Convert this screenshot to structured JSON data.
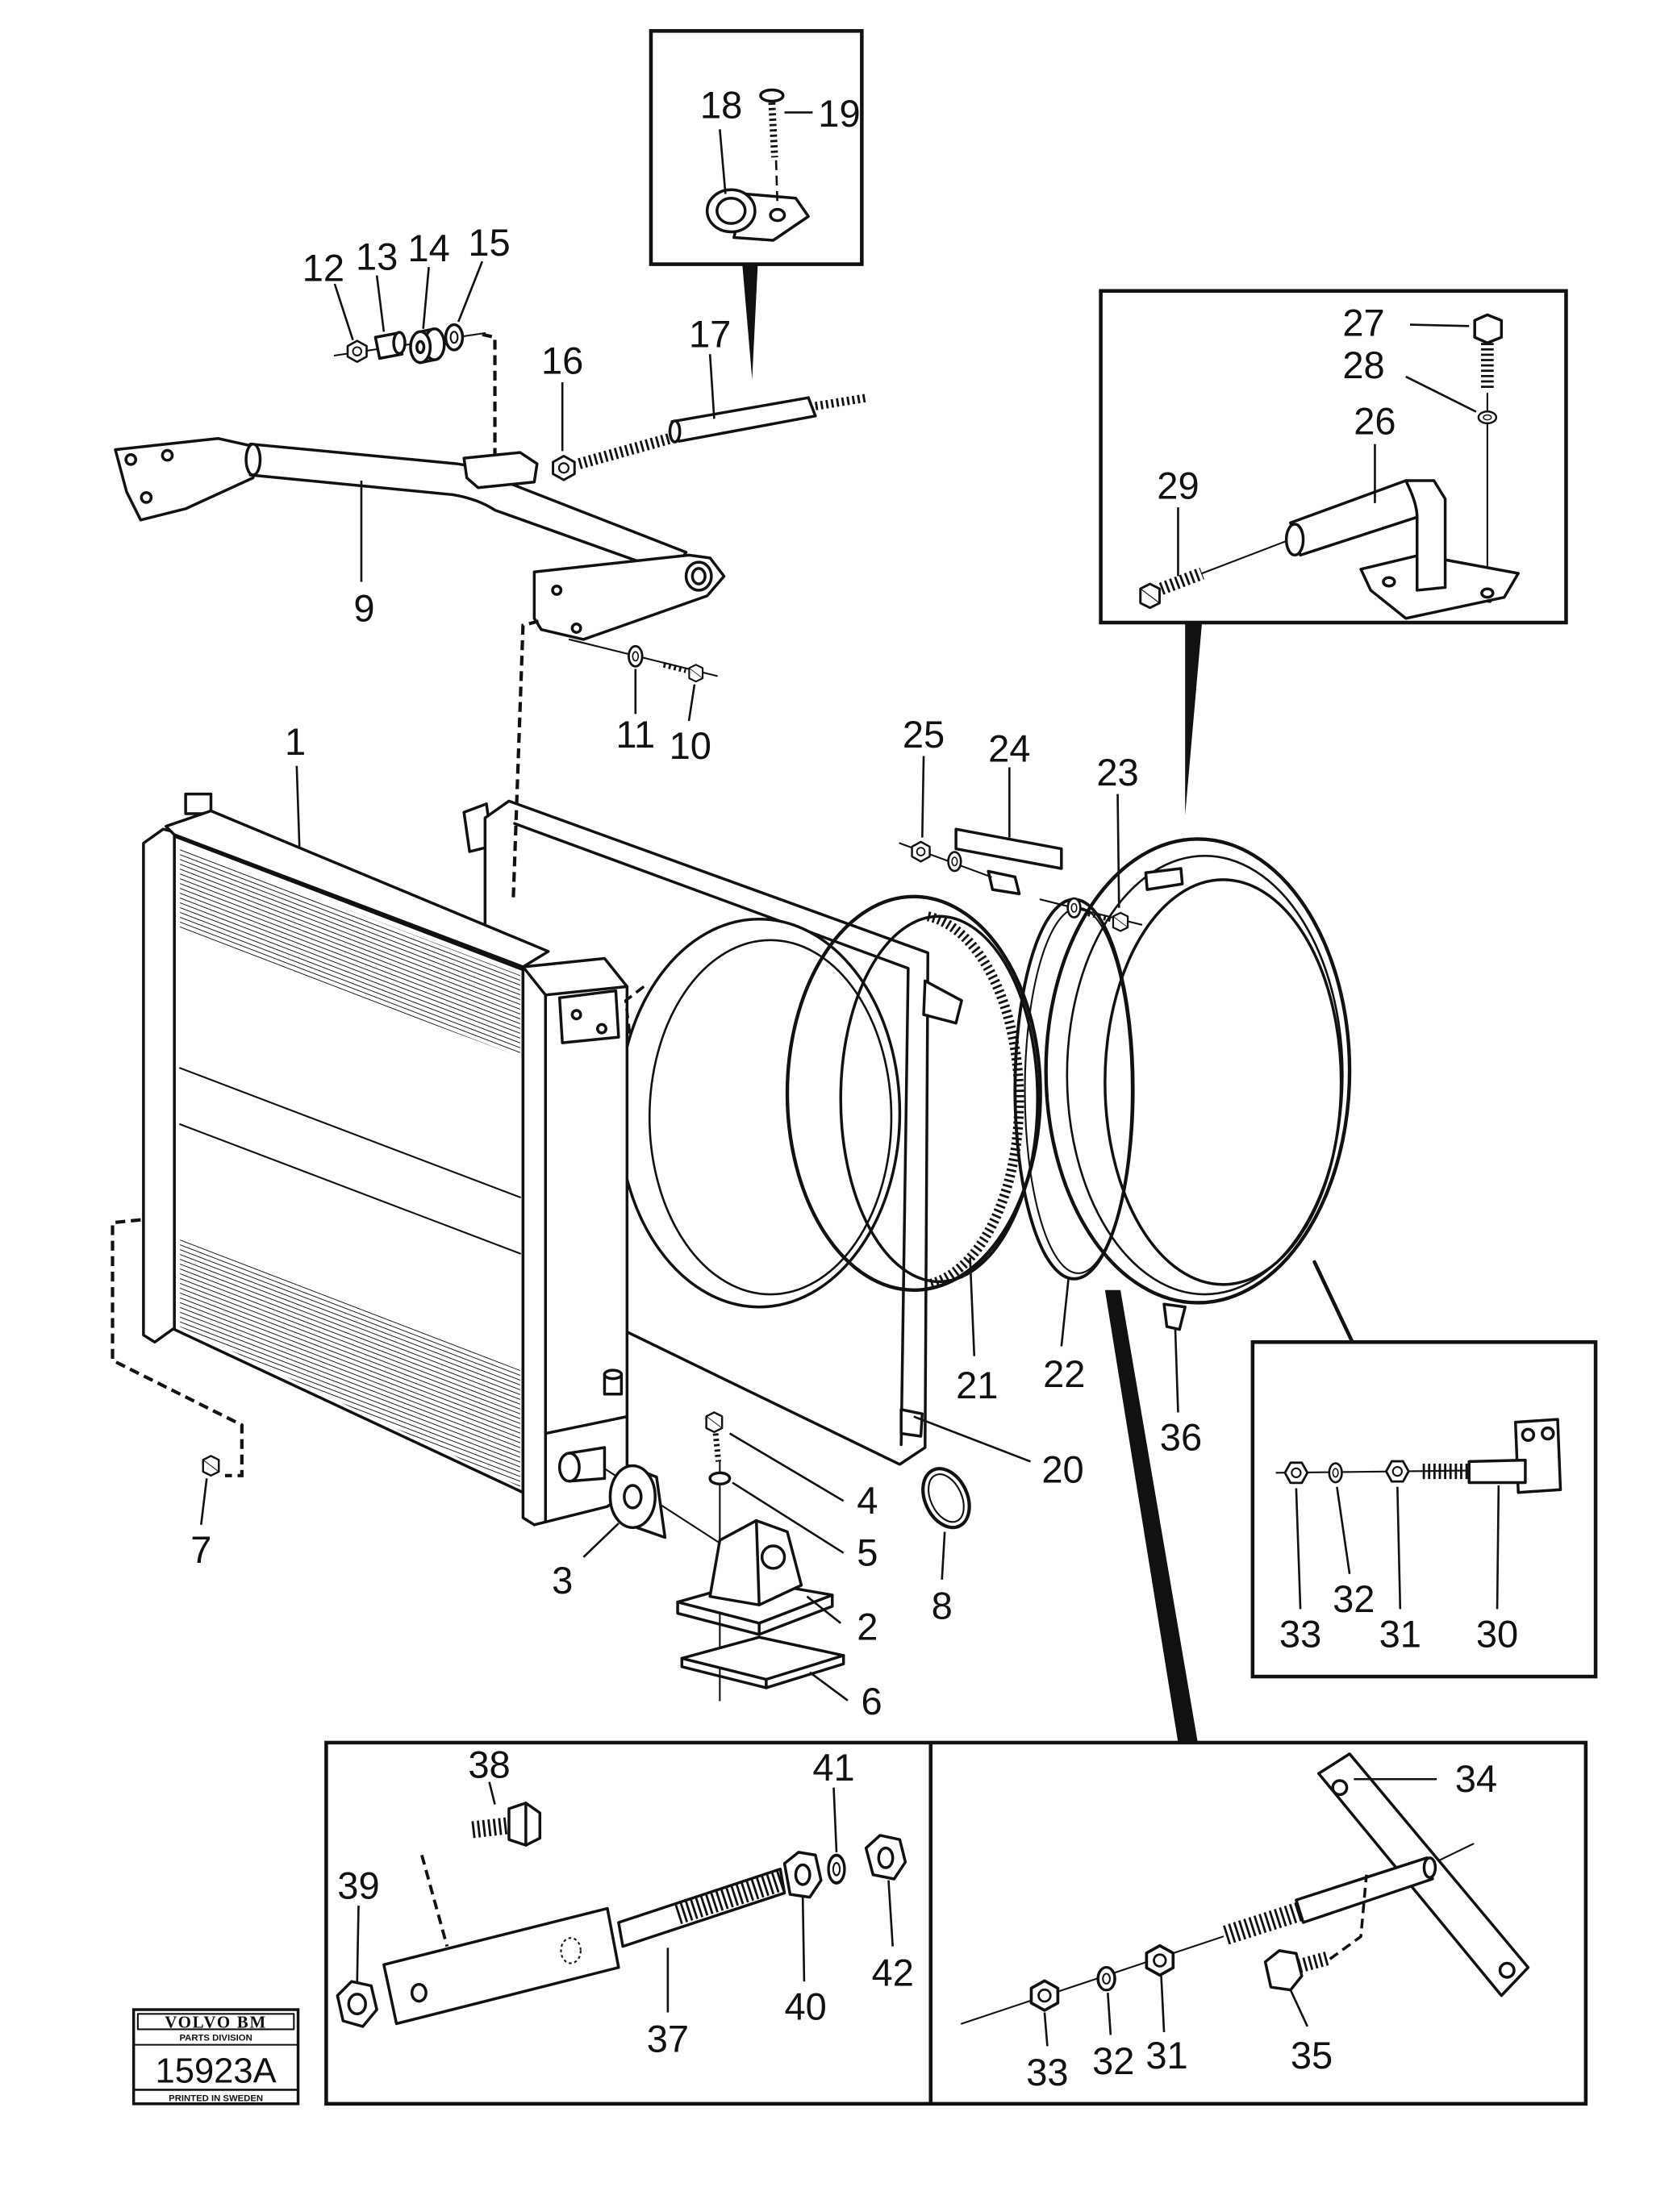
{
  "main_labels": [
    "1",
    "2",
    "3",
    "4",
    "5",
    "6",
    "7",
    "8",
    "9",
    "10",
    "11",
    "12",
    "13",
    "14",
    "15",
    "16",
    "17",
    "20",
    "21",
    "22",
    "23",
    "24",
    "25",
    "36"
  ],
  "inset_clip": [
    "18",
    "19"
  ],
  "inset_pipe": [
    "26",
    "27",
    "28",
    "29"
  ],
  "inset_bracket": [
    "30",
    "31",
    "32",
    "33"
  ],
  "inset_tension_rod": [
    "37",
    "38",
    "39",
    "40",
    "41",
    "42"
  ],
  "inset_stay": [
    "31",
    "32",
    "33",
    "34",
    "35"
  ],
  "logo": {
    "brand": "VOLVO BM",
    "division": "PARTS DIVISION",
    "number": "15923A",
    "footer": "PRINTED IN SWEDEN"
  }
}
